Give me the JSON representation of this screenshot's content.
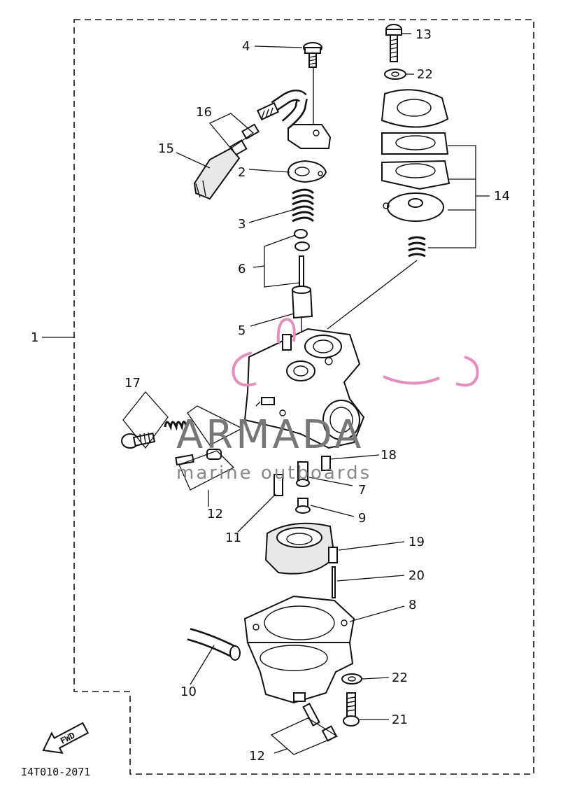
{
  "diagram": {
    "labels": {
      "p1": "1",
      "p2": "2",
      "p3": "3",
      "p4": "4",
      "p5": "5",
      "p6": "6",
      "p7": "7",
      "p8": "8",
      "p9": "9",
      "p10": "10",
      "p11": "11",
      "p12a": "12",
      "p12b": "12",
      "p13": "13",
      "p14": "14",
      "p15": "15",
      "p16": "16",
      "p17": "17",
      "p18": "18",
      "p19": "19",
      "p20": "20",
      "p21": "21",
      "p22a": "22",
      "p22b": "22"
    },
    "fwd_label": "FWD",
    "drawing_code": "I4T010-2071"
  },
  "watermark": {
    "brand": "ARMADA",
    "tagline": "marine outboards",
    "accent_color": "#e58fc0",
    "text_color": "#777777"
  }
}
